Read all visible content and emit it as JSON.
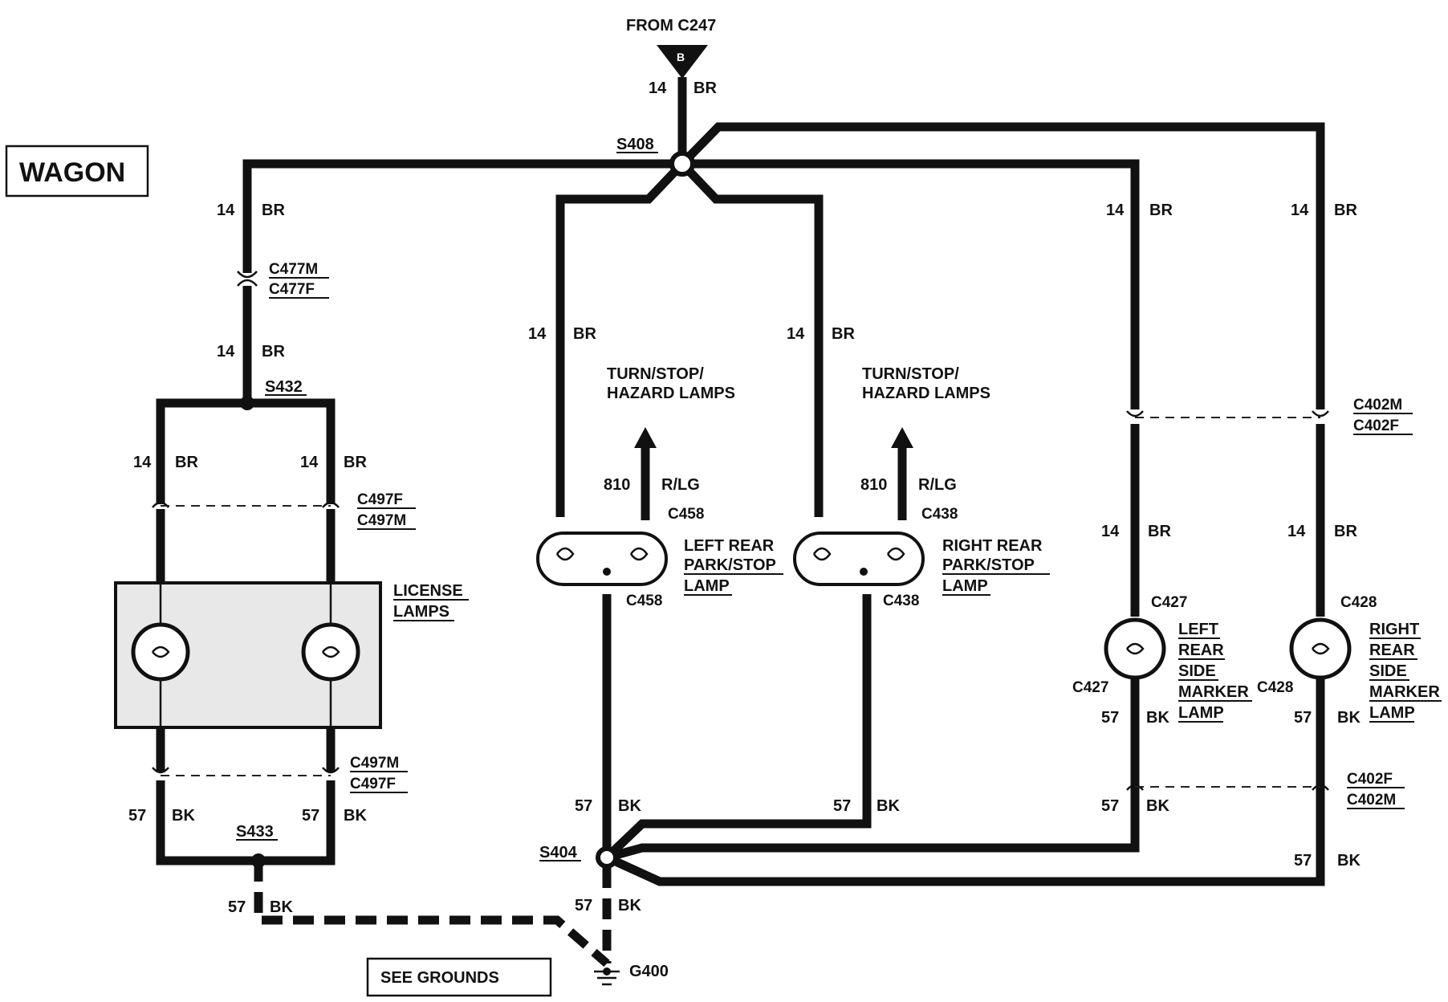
{
  "title": "WAGON",
  "feed": {
    "label": "FROM C247",
    "pin": "B",
    "gauge": "14",
    "color": "BR"
  },
  "splices": {
    "s408": "S408",
    "s432": "S432",
    "s433": "S433",
    "s404": "S404"
  },
  "wires": {
    "br_gauge": "14",
    "br_color": "BR",
    "bk_gauge": "57",
    "bk_color": "BK",
    "rlg_gauge": "810",
    "rlg_color": "R/LG"
  },
  "connectors": {
    "c477m": "C477M",
    "c477f": "C477F",
    "c497f": "C497F",
    "c497m": "C497M",
    "c458": "C458",
    "c438": "C438",
    "c402m": "C402M",
    "c402f": "C402F",
    "c427": "C427",
    "c428": "C428"
  },
  "components": {
    "license_lamps": [
      "LICENSE",
      "LAMPS"
    ],
    "turn_stop_hazard": [
      "TURN/STOP/",
      "HAZARD LAMPS"
    ],
    "left_rear_park": [
      "LEFT REAR",
      "PARK/STOP",
      "LAMP"
    ],
    "right_rear_park": [
      "RIGHT REAR",
      "PARK/STOP",
      "LAMP"
    ],
    "left_side_marker": [
      "LEFT",
      "REAR",
      "SIDE",
      "MARKER",
      "LAMP"
    ],
    "right_side_marker": [
      "RIGHT",
      "REAR",
      "SIDE",
      "MARKER",
      "LAMP"
    ]
  },
  "ground": {
    "id": "G400",
    "see_grounds": "SEE GROUNDS"
  }
}
